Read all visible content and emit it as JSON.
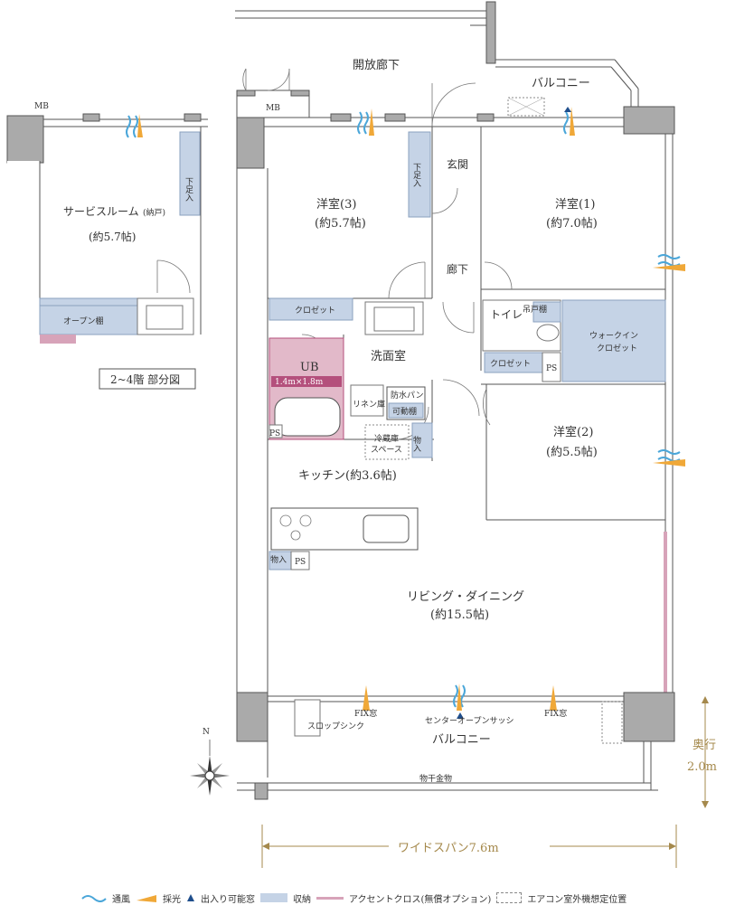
{
  "rooms": {
    "open_corridor": "開放廊下",
    "balcony_top": "バルコニー",
    "entrance": "玄関",
    "hallway": "廊下",
    "western1_name": "洋室(1)",
    "western1_size": "(約7.0帖)",
    "western3_name": "洋室(3)",
    "western3_size": "(約5.7帖)",
    "western2_name": "洋室(2)",
    "western2_size": "(約5.5帖)",
    "toilet": "トイレ",
    "hanging_shelf": "吊戸棚",
    "walkin_closet_1": "ウォークイン",
    "walkin_closet_2": "クロゼット",
    "closet": "クロゼット",
    "closet2": "クロゼット",
    "washroom": "洗面室",
    "ub": "UB",
    "ub_size": "1.4m×1.8m",
    "linen": "リネン庫",
    "waterproof_pan_1": "防水パン",
    "waterproof_pan_2": "可動棚",
    "fridge_1": "冷蔵庫",
    "fridge_2": "スペース",
    "storage": "物入",
    "storage2": "物入",
    "kitchen": "キッチン(約3.6帖)",
    "living_name": "リビング・ダイニング",
    "living_size": "(約15.5帖)",
    "ps": "PS",
    "ps2": "PS",
    "ps3": "PS",
    "mb": "MB",
    "shoe_1": "下足入",
    "slop_sink": "スロップシンク",
    "fix_window": "FIX窓",
    "fix_window2": "FIX窓",
    "center_sash": "センターオープンサッシ",
    "balcony_bottom": "バルコニー",
    "laundry_hanger": "物干金物",
    "depth_label": "奥行",
    "depth_value": "2.0m",
    "wide_span": "ワイドスパン7.6m",
    "compass_n": "N"
  },
  "inset": {
    "mb": "MB",
    "service_room": "サービスルーム",
    "service_room_sub": "(納戸)",
    "service_room_size": "(約5.7帖)",
    "shoe": "下足入",
    "open_shelf": "オープン棚",
    "caption": "2~4階 部分図"
  },
  "legend": {
    "ventilation": "通風",
    "daylight": "採光",
    "access_window": "出入り可能窓",
    "storage": "収納",
    "accent_cloth": "アクセントクロス(無償オプション)",
    "ac_outdoor": "エアコン室外機想定位置"
  },
  "colors": {
    "storage": "#c5d3e6",
    "accent": "#d7a3b9",
    "ub_fill": "#e2b9c9",
    "ub_label_bg": "#b4507c",
    "wind": "#4aa6d9",
    "light": "#f0a838",
    "gold": "#a5894c"
  }
}
